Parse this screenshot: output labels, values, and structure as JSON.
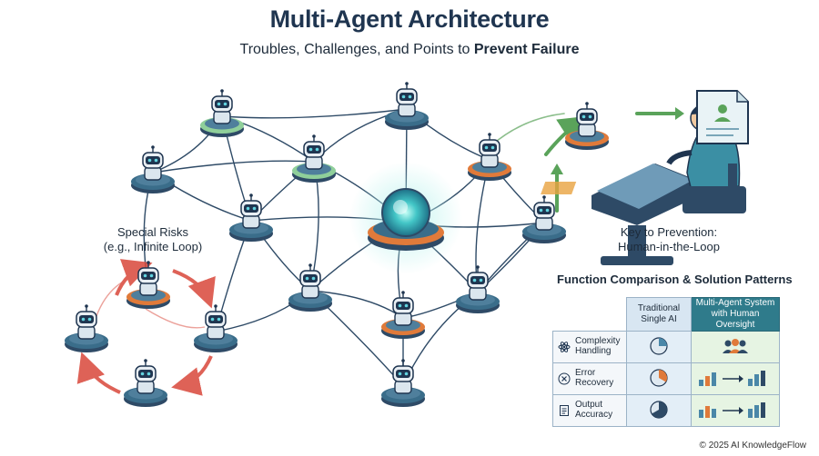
{
  "header": {
    "title": "Multi-Agent Architecture",
    "subtitle_prefix": "Troubles, Challenges, and Points to ",
    "subtitle_emphasis": "Prevent Failure"
  },
  "labels": {
    "risk_line1": "Special Risks",
    "risk_line2": "(e.g., Infinite Loop)",
    "prevention_line1": "Key to Prevention:",
    "prevention_line2": "Human-in-the-Loop"
  },
  "table": {
    "title": "Function Comparison & Solution Patterns",
    "col_traditional_1": "Traditional",
    "col_traditional_2": "Single AI",
    "col_multi_1": "Multi-Agent System",
    "col_multi_2": "with Human Oversight",
    "rows": [
      {
        "label_1": "Complexity",
        "label_2": "Handling",
        "icon": "atom-icon"
      },
      {
        "label_1": "Error",
        "label_2": "Recovery",
        "icon": "error-x-icon"
      },
      {
        "label_1": "Output",
        "label_2": "Accuracy",
        "icon": "document-icon"
      }
    ]
  },
  "footer": {
    "copyright": "© 2025 AI KnowledgeFlow"
  },
  "colors": {
    "title": "#1f3550",
    "accent_teal": "#2f7b8b",
    "risk_red": "#d9473a",
    "human_green": "#5aa35a",
    "hub_orange": "#e07a3a",
    "base_navy": "#2e4a66"
  }
}
